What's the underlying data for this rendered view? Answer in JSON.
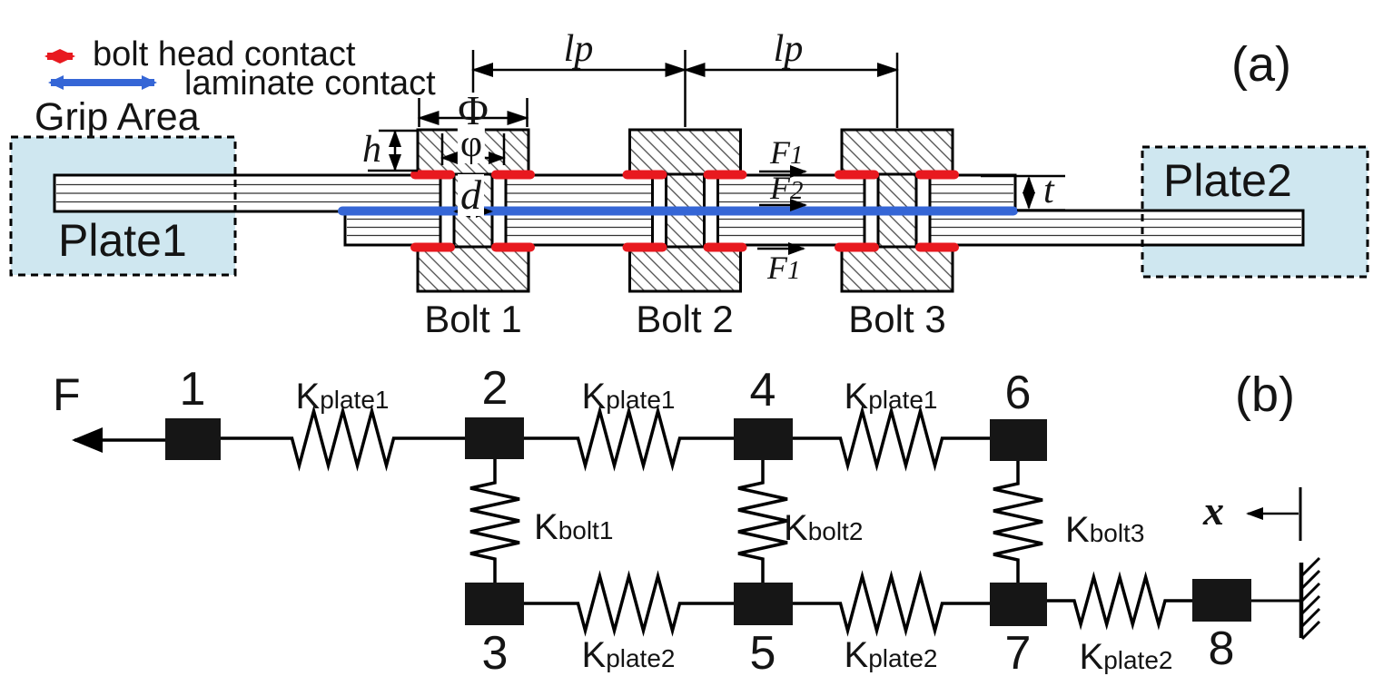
{
  "colors": {
    "bolt_head_contact_red": "#e8191f",
    "laminate_contact_blue": "#3566d6",
    "grip_area_fill": "#cfe7f0",
    "node_fill": "#161616",
    "line_black": "#000000"
  },
  "panel_a": {
    "tag": "(a)",
    "legend": {
      "bolt_head_contact": "bolt head contact",
      "laminate_contact": "laminate contact"
    },
    "grip_area": "Grip Area",
    "plate1": "Plate1",
    "plate2": "Plate2",
    "bolt1": "Bolt 1",
    "bolt2": "Bolt 2",
    "bolt3": "Bolt 3",
    "dim_pitch": "lp",
    "dim_head_dia": "Φ",
    "dim_washer_dia": "φ",
    "dim_head_height": "h",
    "dim_bolt_dia": "d",
    "dim_thickness": "t",
    "force_f1": {
      "sym": "F",
      "sub": "1"
    },
    "force_f2": {
      "sym": "F",
      "sub": "2"
    }
  },
  "panel_b": {
    "tag": "(b)",
    "force": "F",
    "axis": "x",
    "nodes": [
      "1",
      "2",
      "3",
      "4",
      "5",
      "6",
      "7",
      "8"
    ],
    "k_plate1": {
      "sym": "K",
      "sub": "plate1"
    },
    "k_plate2": {
      "sym": "K",
      "sub": "plate2"
    },
    "k_bolt1": {
      "sym": "K",
      "sub": "bolt1"
    },
    "k_bolt2": {
      "sym": "K",
      "sub": "bolt2"
    },
    "k_bolt3": {
      "sym": "K",
      "sub": "bolt3"
    }
  }
}
